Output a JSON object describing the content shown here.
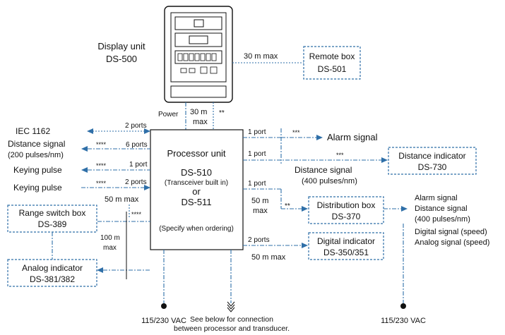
{
  "display_unit": {
    "label": "Display unit",
    "model": "DS-500"
  },
  "remote_box": {
    "label": "Remote box",
    "model": "DS-501"
  },
  "display_remote_cable": "30 m max",
  "processor": {
    "label": "Processor unit",
    "model1": "DS-510",
    "model1_note": "(Transceiver built in)",
    "or": "or",
    "model2": "DS-511",
    "note": "(Specify when ordering)"
  },
  "power_label": "Power",
  "display_cable": {
    "line1": "30 m",
    "line2": "max"
  },
  "star2": "**",
  "star3": "***",
  "star4": "****",
  "left_connections": {
    "iec": {
      "label": "IEC 1162",
      "ports": "2 ports"
    },
    "distance": {
      "label1": "Distance signal",
      "label2": "(200 pulses/nm)",
      "ports": "6 ports"
    },
    "keying_out": {
      "label": "Keying pulse",
      "ports": "1 port"
    },
    "keying_in": {
      "label": "Keying pulse",
      "ports": "2 ports"
    },
    "range_cable": "50 m max"
  },
  "range_switch_box": {
    "label": "Range switch box",
    "model": "DS-389"
  },
  "analog_indicator": {
    "label": "Analog indicator",
    "model": "DS-381/382"
  },
  "analog_cable": {
    "line1": "100 m",
    "line2": "max"
  },
  "right_connections": {
    "port_1": "1 port",
    "alarm_signal": "Alarm signal",
    "port_2": "1 port",
    "distance_signal": {
      "line1": "Distance signal",
      "line2": "(400 pulses/nm)"
    },
    "port_3": "1 port",
    "dist_cable": {
      "line1": "50 m",
      "line2": "max"
    },
    "port_4": "2 ports",
    "digital_cable": "50 m max"
  },
  "distance_indicator": {
    "label": "Distance indicator",
    "model": "DS-730"
  },
  "distribution_box": {
    "label": "Distribution box",
    "model": "DS-370"
  },
  "digital_indicator": {
    "label": "Digital indicator",
    "model": "DS-350/351"
  },
  "distribution_outputs": [
    "Alarm signal",
    "Distance signal",
    "(400 pulses/nm)",
    "Digital signal (speed)",
    "Analog signal (speed)"
  ],
  "vac_left": "115/230 VAC",
  "vac_right": "115/230 VAC",
  "bottom_note": {
    "line1": "See below for connection",
    "line2": "between processor and transducer."
  }
}
